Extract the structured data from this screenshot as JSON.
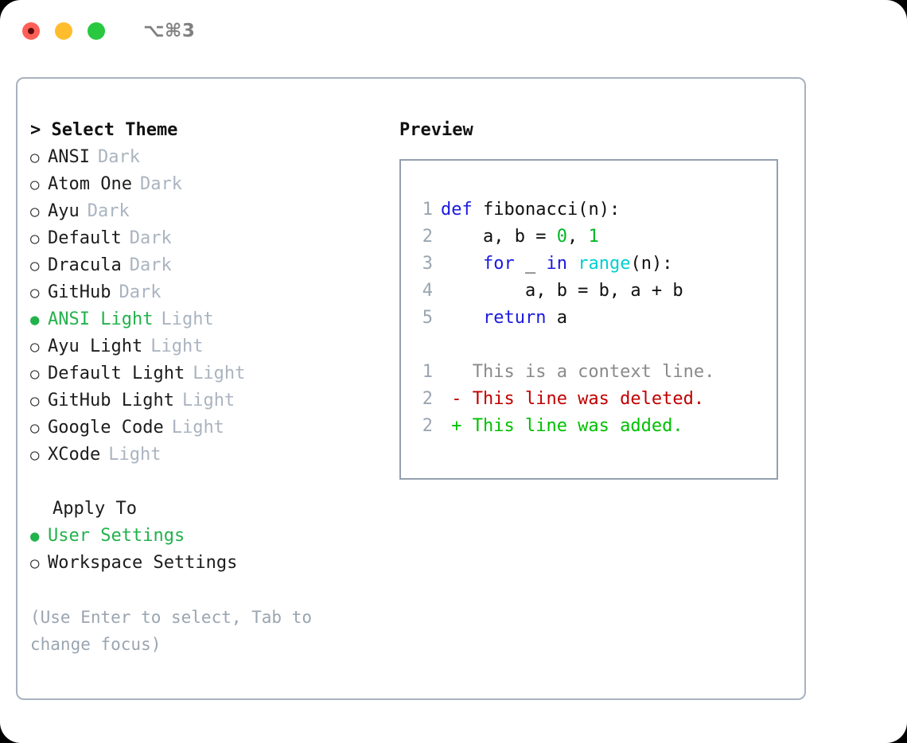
{
  "titlebar": {
    "shortcut": "⌥⌘3",
    "lights": [
      "close-red",
      "minimize-yellow",
      "maximize-green"
    ]
  },
  "left": {
    "heading": "> Select Theme",
    "themes": [
      {
        "marker": "○",
        "name": "ANSI",
        "kind": "Dark",
        "selected": false
      },
      {
        "marker": "○",
        "name": "Atom One",
        "kind": "Dark",
        "selected": false
      },
      {
        "marker": "○",
        "name": "Ayu",
        "kind": "Dark",
        "selected": false
      },
      {
        "marker": "○",
        "name": "Default",
        "kind": "Dark",
        "selected": false
      },
      {
        "marker": "○",
        "name": "Dracula",
        "kind": "Dark",
        "selected": false
      },
      {
        "marker": "○",
        "name": "GitHub",
        "kind": "Dark",
        "selected": false
      },
      {
        "marker": "●",
        "name": "ANSI Light",
        "kind": "Light",
        "selected": true
      },
      {
        "marker": "○",
        "name": "Ayu Light",
        "kind": "Light",
        "selected": false
      },
      {
        "marker": "○",
        "name": "Default Light",
        "kind": "Light",
        "selected": false
      },
      {
        "marker": "○",
        "name": "GitHub Light",
        "kind": "Light",
        "selected": false
      },
      {
        "marker": "○",
        "name": "Google Code",
        "kind": "Light",
        "selected": false
      },
      {
        "marker": "○",
        "name": "XCode",
        "kind": "Light",
        "selected": false
      }
    ],
    "apply_to": {
      "heading": "Apply To",
      "options": [
        {
          "marker": "●",
          "name": "User Settings",
          "selected": true
        },
        {
          "marker": "○",
          "name": "Workspace Settings",
          "selected": false
        }
      ]
    },
    "hint": "(Use Enter to select, Tab to change focus)"
  },
  "right": {
    "heading": "Preview",
    "code": [
      {
        "ln": "1",
        "tokens": [
          {
            "t": "def",
            "c": "kw"
          },
          {
            "t": " ",
            "c": "id"
          },
          {
            "t": "fibonacci(n):",
            "c": "id"
          }
        ]
      },
      {
        "ln": "2",
        "tokens": [
          {
            "t": "    a, b = ",
            "c": "id"
          },
          {
            "t": "0",
            "c": "num"
          },
          {
            "t": ", ",
            "c": "id"
          },
          {
            "t": "1",
            "c": "num"
          }
        ]
      },
      {
        "ln": "3",
        "tokens": [
          {
            "t": "    ",
            "c": "id"
          },
          {
            "t": "for",
            "c": "kw"
          },
          {
            "t": " _ ",
            "c": "id"
          },
          {
            "t": "in",
            "c": "kw"
          },
          {
            "t": " ",
            "c": "id"
          },
          {
            "t": "range",
            "c": "fn"
          },
          {
            "t": "(n):",
            "c": "id"
          }
        ]
      },
      {
        "ln": "4",
        "tokens": [
          {
            "t": "        a, b = b, a + b",
            "c": "id"
          }
        ]
      },
      {
        "ln": "5",
        "tokens": [
          {
            "t": "    ",
            "c": "id"
          },
          {
            "t": "return",
            "c": "kw"
          },
          {
            "t": " a",
            "c": "id"
          }
        ]
      }
    ],
    "diff": [
      {
        "ln": "1",
        "sign": " ",
        "text": "This is a context line.",
        "kind": "ctx"
      },
      {
        "ln": "2",
        "sign": "-",
        "text": "This line was deleted.",
        "kind": "del"
      },
      {
        "ln": "2",
        "sign": "+",
        "text": "This line was added.",
        "kind": "add"
      }
    ]
  },
  "colors": {
    "accent_green": "#22b24c",
    "keyword_blue": "#1a1ae0",
    "number_green": "#00b825",
    "builtin_cyan": "#00d0d0",
    "diff_delete": "#c00000",
    "diff_add": "#00c000",
    "muted_gray": "#aab4c0",
    "border": "#a8b2bf"
  }
}
